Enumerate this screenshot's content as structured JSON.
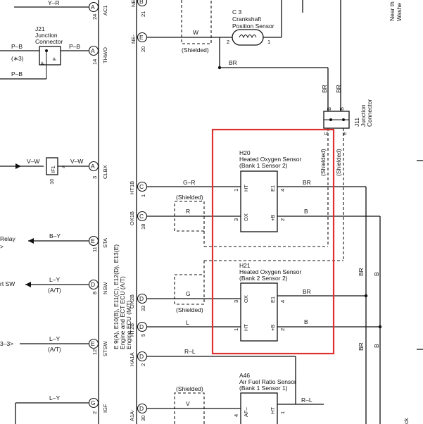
{
  "highlight": {
    "color": "#e03030"
  },
  "ecu_pins": [
    {
      "name": "AC1",
      "num": "24",
      "letter": "A"
    },
    {
      "name": "NE-",
      "num": "21",
      "letter": "B"
    },
    {
      "name": "NE-",
      "num": "20",
      "letter": "E"
    },
    {
      "name": "THWO",
      "num": "14",
      "letter": "A"
    },
    {
      "name": "CLBX",
      "num": "3",
      "letter": "A"
    },
    {
      "name": "HT1B",
      "num": "1",
      "letter": "C"
    },
    {
      "name": "OX1B",
      "num": "18",
      "letter": "C"
    },
    {
      "name": "STA",
      "num": "11",
      "letter": "E"
    },
    {
      "name": "NSW",
      "num": "8",
      "letter": "D"
    },
    {
      "name": "OX2B",
      "num": "33",
      "letter": "D"
    },
    {
      "name": "HT2B",
      "num": "5",
      "letter": "D"
    },
    {
      "name": "STSW",
      "num": "12",
      "letter": "E"
    },
    {
      "name": "HA1A",
      "num": "2",
      "letter": "D"
    },
    {
      "name": "IGF",
      "num": "2",
      "letter": "G"
    },
    {
      "name": "A1A-",
      "num": "30",
      "letter": "D"
    }
  ],
  "ecu_label": [
    "E 9(A), E10(B), E11(C), E12(D), E13(E)",
    "Engine and ECT ECU (A/T)",
    "Engine ECU (M/T)"
  ],
  "left_wires": {
    "y_r": "Y–R",
    "pb1": "P–B",
    "pb_note": "(∗3)",
    "pb2": "P–B",
    "pb3": "P–B",
    "vw1": "V–W",
    "vw2": "V–W",
    "if1_num": "10",
    "if1_name": "IF1",
    "relay": "Relay",
    "relay_arrow": ">",
    "by": "B–Y",
    "rt_sw": "rt SW",
    "ly1": "L–Y",
    "at1": "(A/T)",
    "ref": "3–3>",
    "ly2": "L–Y",
    "at2": "(A/T)",
    "ly3": "L–Y"
  },
  "j21": {
    "id": "J21",
    "line1": "Junction",
    "line2": "Connector",
    "f1": "F",
    "f2": "F"
  },
  "c3": {
    "id": "C 3",
    "name": "Crankshaft",
    "name2": "Position Sensor",
    "pin1": "1",
    "pin2": "2",
    "wire": "W",
    "shield": "(Shielded)",
    "br": "BR"
  },
  "j11": {
    "id": "J11",
    "line1": "Junction",
    "line2": "Connector",
    "br1": "BR",
    "br2": "BR",
    "b1": "B",
    "b2": "B",
    "e": "E",
    "e2": "E"
  },
  "h20": {
    "id": "H20",
    "name": "Heated Oxygen Sensor",
    "bank": "(Bank 1 Sensor 2)",
    "ht": "HT",
    "e1": "E1",
    "ox": "OX",
    "pb": "+B",
    "p1": "1",
    "p4": "4",
    "p3": "3",
    "p2": "2",
    "w_gr": "G–R",
    "w_br": "BR",
    "w_r": "R",
    "w_b": "B",
    "shield": "(Shielded)"
  },
  "h21": {
    "id": "H21",
    "name": "Heated Oxygen Sensor",
    "bank": "(Bank 2 Sensor 2)",
    "ox": "OX",
    "e1": "E1",
    "ht": "HT",
    "pb": "+B",
    "p3": "3",
    "p4": "4",
    "p1": "1",
    "p2": "2",
    "w_g": "G",
    "w_br": "BR",
    "w_l": "L",
    "w_b": "B",
    "shield": "(Shielded)"
  },
  "shields_vertical": [
    "(Shielded)",
    "(Shielded)"
  ],
  "right_vertical": {
    "br1": "BR",
    "b1": "B",
    "br2": "BR",
    "b2": "B"
  },
  "a46": {
    "id": "A46",
    "name": "Air Fuel Ratio Sensor",
    "bank": "(Bank 1 Sensor 1)",
    "af": "AF–",
    "ht": "HT",
    "p4": "4",
    "p1": "1",
    "w_v": "V",
    "w_rl": "R–L",
    "w_rl2": "R–L",
    "shield": "(Shielded)"
  },
  "corner_text": {
    "top": "Near th",
    "top2": "Washe",
    "bottom": "ck"
  }
}
